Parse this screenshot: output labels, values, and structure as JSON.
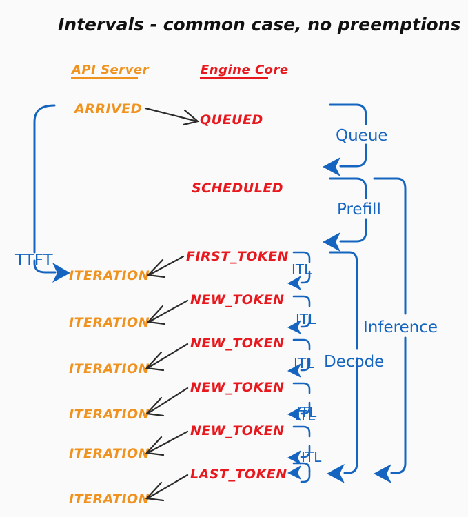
{
  "title": "Intervals - common case, no preemptions",
  "colors": {
    "background": "#fafafa",
    "orange": "#f0921e",
    "red": "#e8191e",
    "blue": "#1565c0",
    "black": "#111111"
  },
  "columns": [
    {
      "label": "API Server",
      "color": "#f0921e"
    },
    {
      "label": "Engine Core",
      "color": "#e8191e"
    }
  ],
  "events": {
    "api_server": [
      {
        "label": "ARRIVED",
        "row": 0
      },
      {
        "label": "ITERATION",
        "row": 3
      },
      {
        "label": "ITERATION",
        "row": 4
      },
      {
        "label": "ITERATION",
        "row": 5
      },
      {
        "label": "ITERATION",
        "row": 6
      },
      {
        "label": "ITERATION",
        "row": 7
      },
      {
        "label": "ITERATION",
        "row": 8
      }
    ],
    "engine_core": [
      {
        "label": "QUEUED",
        "row": 0
      },
      {
        "label": "SCHEDULED",
        "row": 1
      },
      {
        "label": "FIRST_TOKEN",
        "row": 2
      },
      {
        "label": "NEW_TOKEN",
        "row": 3
      },
      {
        "label": "NEW_TOKEN",
        "row": 4
      },
      {
        "label": "NEW_TOKEN",
        "row": 5
      },
      {
        "label": "NEW_TOKEN",
        "row": 6
      },
      {
        "label": "LAST_TOKEN",
        "row": 7
      }
    ]
  },
  "metrics": {
    "ttft": "TTFT",
    "queue": "Queue",
    "prefill": "Prefill",
    "decode": "Decode",
    "inference": "Inference",
    "itl": [
      "ITL",
      "ITL",
      "ITL",
      "ITL",
      "ITL",
      "ITL"
    ]
  }
}
